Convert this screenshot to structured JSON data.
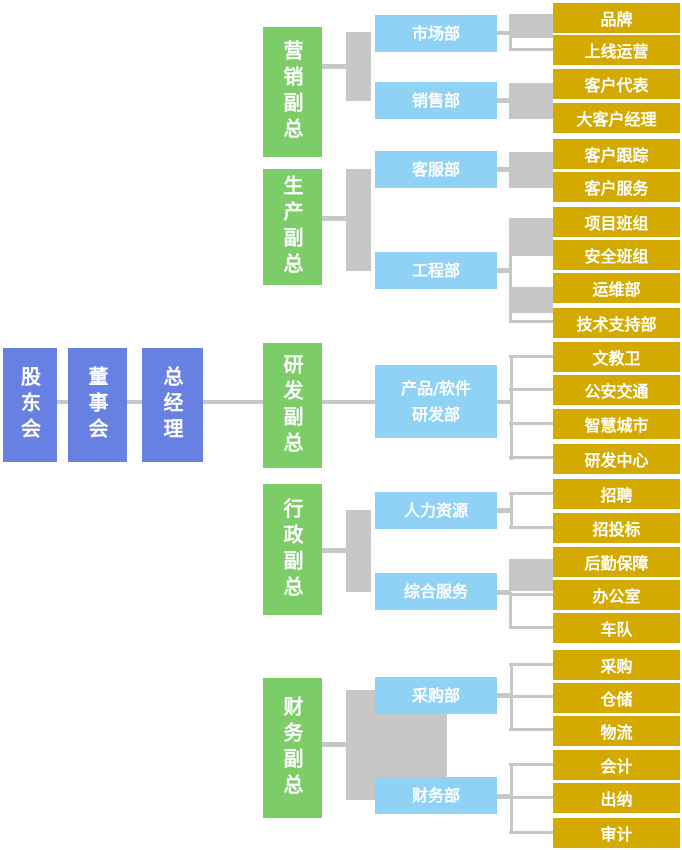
{
  "colors": {
    "root_box": "#6781e2",
    "vp_box": "#7ccd68",
    "department_box": "#8fd2f6",
    "team_box": "#d4aa00",
    "connector_gray": "#c7c7c7",
    "text": "#ffffff",
    "background": "#ffffff"
  },
  "org": {
    "root": [
      {
        "label": "股东会"
      },
      {
        "label": "董事会"
      },
      {
        "label": "总经理"
      }
    ],
    "vice_presidents": [
      {
        "label": "营销副总"
      },
      {
        "label": "生产副总"
      },
      {
        "label": "研发副总"
      },
      {
        "label": "行政副总"
      },
      {
        "label": "财务副总"
      }
    ],
    "departments": [
      {
        "label": "市场部"
      },
      {
        "label": "销售部"
      },
      {
        "label": "客服部"
      },
      {
        "label": "工程部"
      },
      {
        "label": "产品/软件\n研发部"
      },
      {
        "label": "人力资源"
      },
      {
        "label": "综合服务"
      },
      {
        "label": "采购部"
      },
      {
        "label": "财务部"
      }
    ],
    "teams": [
      {
        "label": "品牌"
      },
      {
        "label": "上线运营"
      },
      {
        "label": "客户代表"
      },
      {
        "label": "大客户经理"
      },
      {
        "label": "客户跟踪"
      },
      {
        "label": "客户服务"
      },
      {
        "label": "项目班组"
      },
      {
        "label": "安全班组"
      },
      {
        "label": "运维部"
      },
      {
        "label": "技术支持部"
      },
      {
        "label": "文教卫"
      },
      {
        "label": "公安交通"
      },
      {
        "label": "智慧城市"
      },
      {
        "label": "研发中心"
      },
      {
        "label": "招聘"
      },
      {
        "label": "招投标"
      },
      {
        "label": "后勤保障"
      },
      {
        "label": "办公室"
      },
      {
        "label": "车队"
      },
      {
        "label": "采购"
      },
      {
        "label": "仓储"
      },
      {
        "label": "物流"
      },
      {
        "label": "会计"
      },
      {
        "label": "出纳"
      },
      {
        "label": "审计"
      }
    ]
  },
  "hierarchy": {
    "chain": [
      "股东会",
      "董事会",
      "总经理",
      "研发副总"
    ],
    "vp_departments": {
      "营销副总": [
        "市场部",
        "销售部"
      ],
      "生产副总": [
        "客服部",
        "工程部"
      ],
      "研发副总": [
        "产品/软件研发部"
      ],
      "行政副总": [
        "人力资源",
        "综合服务"
      ],
      "财务副总": [
        "采购部",
        "财务部"
      ]
    },
    "department_teams": {
      "市场部": [
        "品牌",
        "上线运营"
      ],
      "销售部": [
        "客户代表",
        "大客户经理"
      ],
      "客服部": [
        "客户跟踪",
        "客户服务"
      ],
      "工程部": [
        "项目班组",
        "安全班组",
        "运维部",
        "技术支持部"
      ],
      "产品/软件研发部": [
        "文教卫",
        "公安交通",
        "智慧城市",
        "研发中心"
      ],
      "人力资源": [
        "招聘",
        "招投标"
      ],
      "综合服务": [
        "后勤保障",
        "办公室",
        "车队"
      ],
      "采购部": [
        "采购",
        "仓储",
        "物流"
      ],
      "财务部": [
        "会计",
        "出纳",
        "审计"
      ]
    }
  }
}
